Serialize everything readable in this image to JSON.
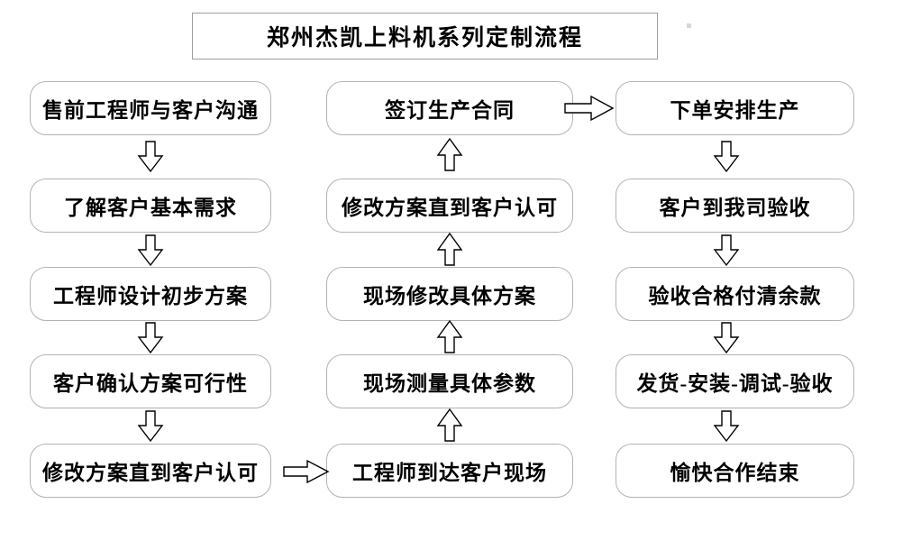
{
  "title": {
    "text": "郑州杰凯上料机系列定制流程"
  },
  "flow": {
    "left_column": [
      "售前工程师与客户沟通",
      "了解客户基本需求",
      "工程师设计初步方案",
      "客户确认方案可行性",
      "修改方案直到客户认可"
    ],
    "middle_column": [
      "签订生产合同",
      "修改方案直到客户认可",
      "现场修改具体方案",
      "现场测量具体参数",
      "工程师到达客户现场"
    ],
    "right_column": [
      "下单安排生产",
      "客户到我司验收",
      "验收合格付清余款",
      "发货-安装-调试-验收",
      "愉快合作结束"
    ],
    "arrows": {
      "left_column_direction": "down",
      "middle_column_direction": "up",
      "right_column_direction": "down",
      "left_bottom_to_middle_bottom": "right",
      "middle_top_to_right_top": "right"
    }
  },
  "colors": {
    "background": "#ffffff",
    "box_border": "#b3b3b3",
    "title_border": "#9e9e9e",
    "text": "#000000",
    "arrow_stroke": "#000000",
    "arrow_fill": "#ffffff"
  }
}
